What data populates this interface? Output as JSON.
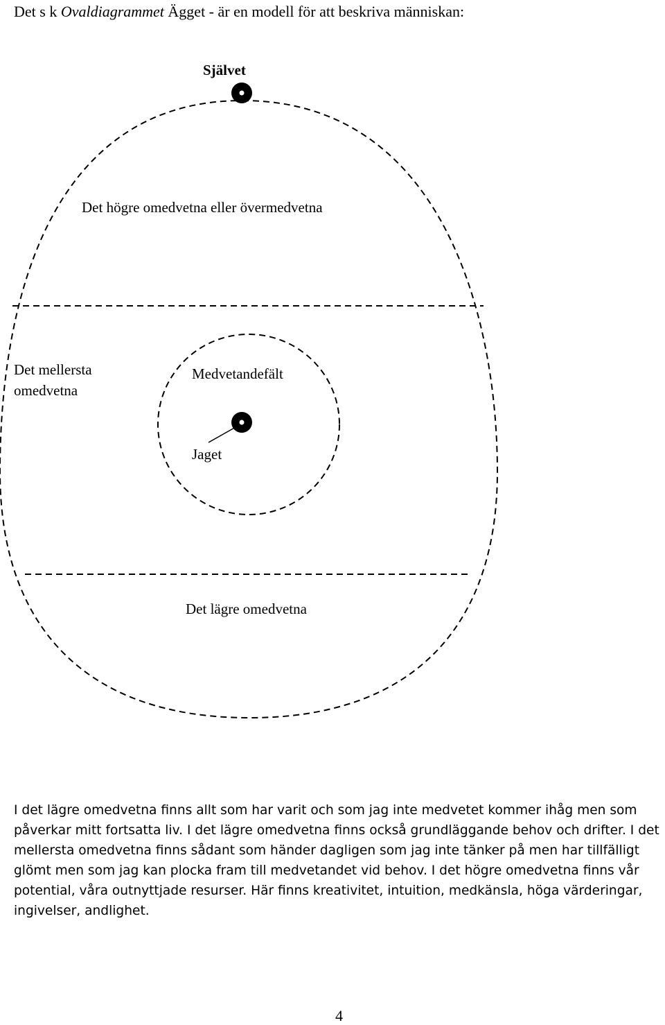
{
  "heading": {
    "prefix": "Det s k ",
    "emphasis": "Ovaldiagrammet",
    "suffix": " Ägget - är en modell för att beskriva människan:"
  },
  "diagram": {
    "self_label": "Självet",
    "higher_label": "Det högre omedvetna eller övermedvetna",
    "middle_label_line1": "Det mellersta",
    "middle_label_line2": "omedvetna",
    "field_label": "Medvetandefält",
    "ego_label": "Jaget",
    "lower_label": "Det lägre omedvetna",
    "line_style": "dashed",
    "line_color": "#000000"
  },
  "paragraph": "I det lägre omedvetna finns allt som har varit och som jag inte medvetet kommer ihåg men som påverkar mitt fortsatta liv. I det lägre omedvetna finns också grundläggande behov och drifter. I det mellersta omedvetna finns sådant som händer dagligen som jag inte tänker på men har tillfälligt glömt men som jag kan plocka fram till medvetandet vid behov. I det högre omedvetna finns vår potential, våra outnyttjade resurser. Här finns kreativitet, intuition, medkänsla, höga värderingar, ingivelser, andlighet.",
  "page_number": "4"
}
